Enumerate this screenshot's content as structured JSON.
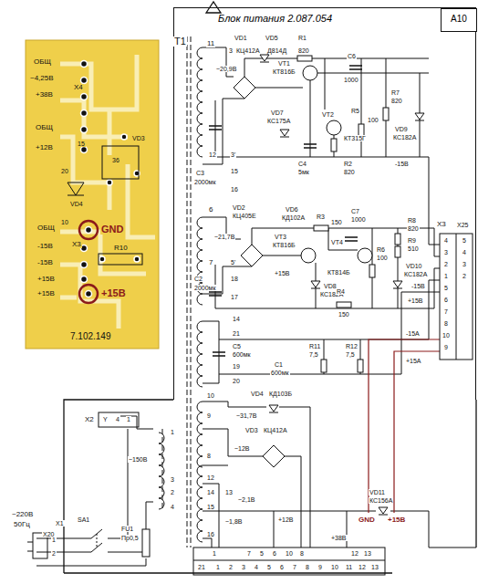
{
  "diagram": {
    "nodes": [
      {
        "text": [
          "Блок питания 2.087.054"
        ]
      },
      {
        "text": [
          "A10"
        ],
        "in": 0
      }
    ],
    "labels": [
      "ОБЩ",
      "~4,25В",
      "Х4",
      "+38В",
      "ОБЩ",
      "+12В",
      "15",
      "20",
      "VD4",
      "10",
      "ОБЩ",
      "GND",
      "-15В",
      "Х3",
      "R10",
      "-15В",
      "+15В",
      "+15В",
      "+15В",
      "7.102.149",
      "VD3",
      "36",
      "T1",
      "11",
      "VD1",
      "VD5",
      "R1",
      "3",
      "КЦ412А",
      "Д814Д",
      "820",
      "~20,9В",
      "VT1",
      "КТ816Б",
      "C6",
      "1000",
      "VD7",
      "КС175А",
      "VT2",
      "КТ315Г",
      "R5",
      "100",
      "R7",
      "820",
      "VD9",
      "КС182А",
      "-15В",
      "C3",
      "2000мк",
      "12",
      "3'",
      "15",
      "C4",
      "5мк",
      "R2",
      "820",
      "16",
      "6",
      "VD2",
      "КЦ405Е",
      "VD6",
      "КД102А",
      "R3",
      "150",
      "C7",
      "1000",
      "~21,7В",
      "VT3",
      "КТ816Б",
      "VT4",
      "КТ814Б",
      "R6",
      "100",
      "R8",
      "820",
      "R9",
      "510",
      "VD8",
      "КС182А",
      "+15В",
      "VD10",
      "КС182А",
      "-15В",
      "+15В",
      "7",
      "5'",
      "C2",
      "2000мк",
      "18",
      "17",
      "R4",
      "150",
      "14",
      "21",
      "C5",
      "600мк",
      "19",
      "20",
      "C1",
      "600мк",
      "R11",
      "7,5",
      "R12",
      "7,5",
      "-15А",
      "+15А",
      "Х3",
      "Х25",
      "4",
      "3",
      "2",
      "1",
      "5",
      "6",
      "7",
      "8",
      "10",
      "9",
      "5",
      "4",
      "3",
      "2",
      "10",
      "VD4",
      "КД103Б",
      "~31,7В",
      "9",
      "VD3",
      "КЦ412А",
      "~12В",
      "8",
      "12",
      "14",
      "15",
      "13",
      "~2,1В",
      "~1,8В",
      "16",
      "+12В",
      "VD11",
      "КС156А",
      "+38В",
      "1",
      "7",
      "5",
      "6",
      "10",
      "8",
      "12",
      "13",
      "21",
      "1",
      "2",
      "3",
      "4",
      "5",
      "6",
      "7",
      "8",
      "9",
      "10",
      "11",
      "12",
      "13",
      "Х2",
      "Y",
      "4",
      "1",
      "1",
      "~150В",
      "3",
      "2",
      "4",
      "SA1",
      "FU1",
      "Пр0,5",
      "~220В",
      "50Гц",
      "Х20",
      "Х1",
      "1",
      "2",
      "GND",
      "+15В"
    ]
  }
}
